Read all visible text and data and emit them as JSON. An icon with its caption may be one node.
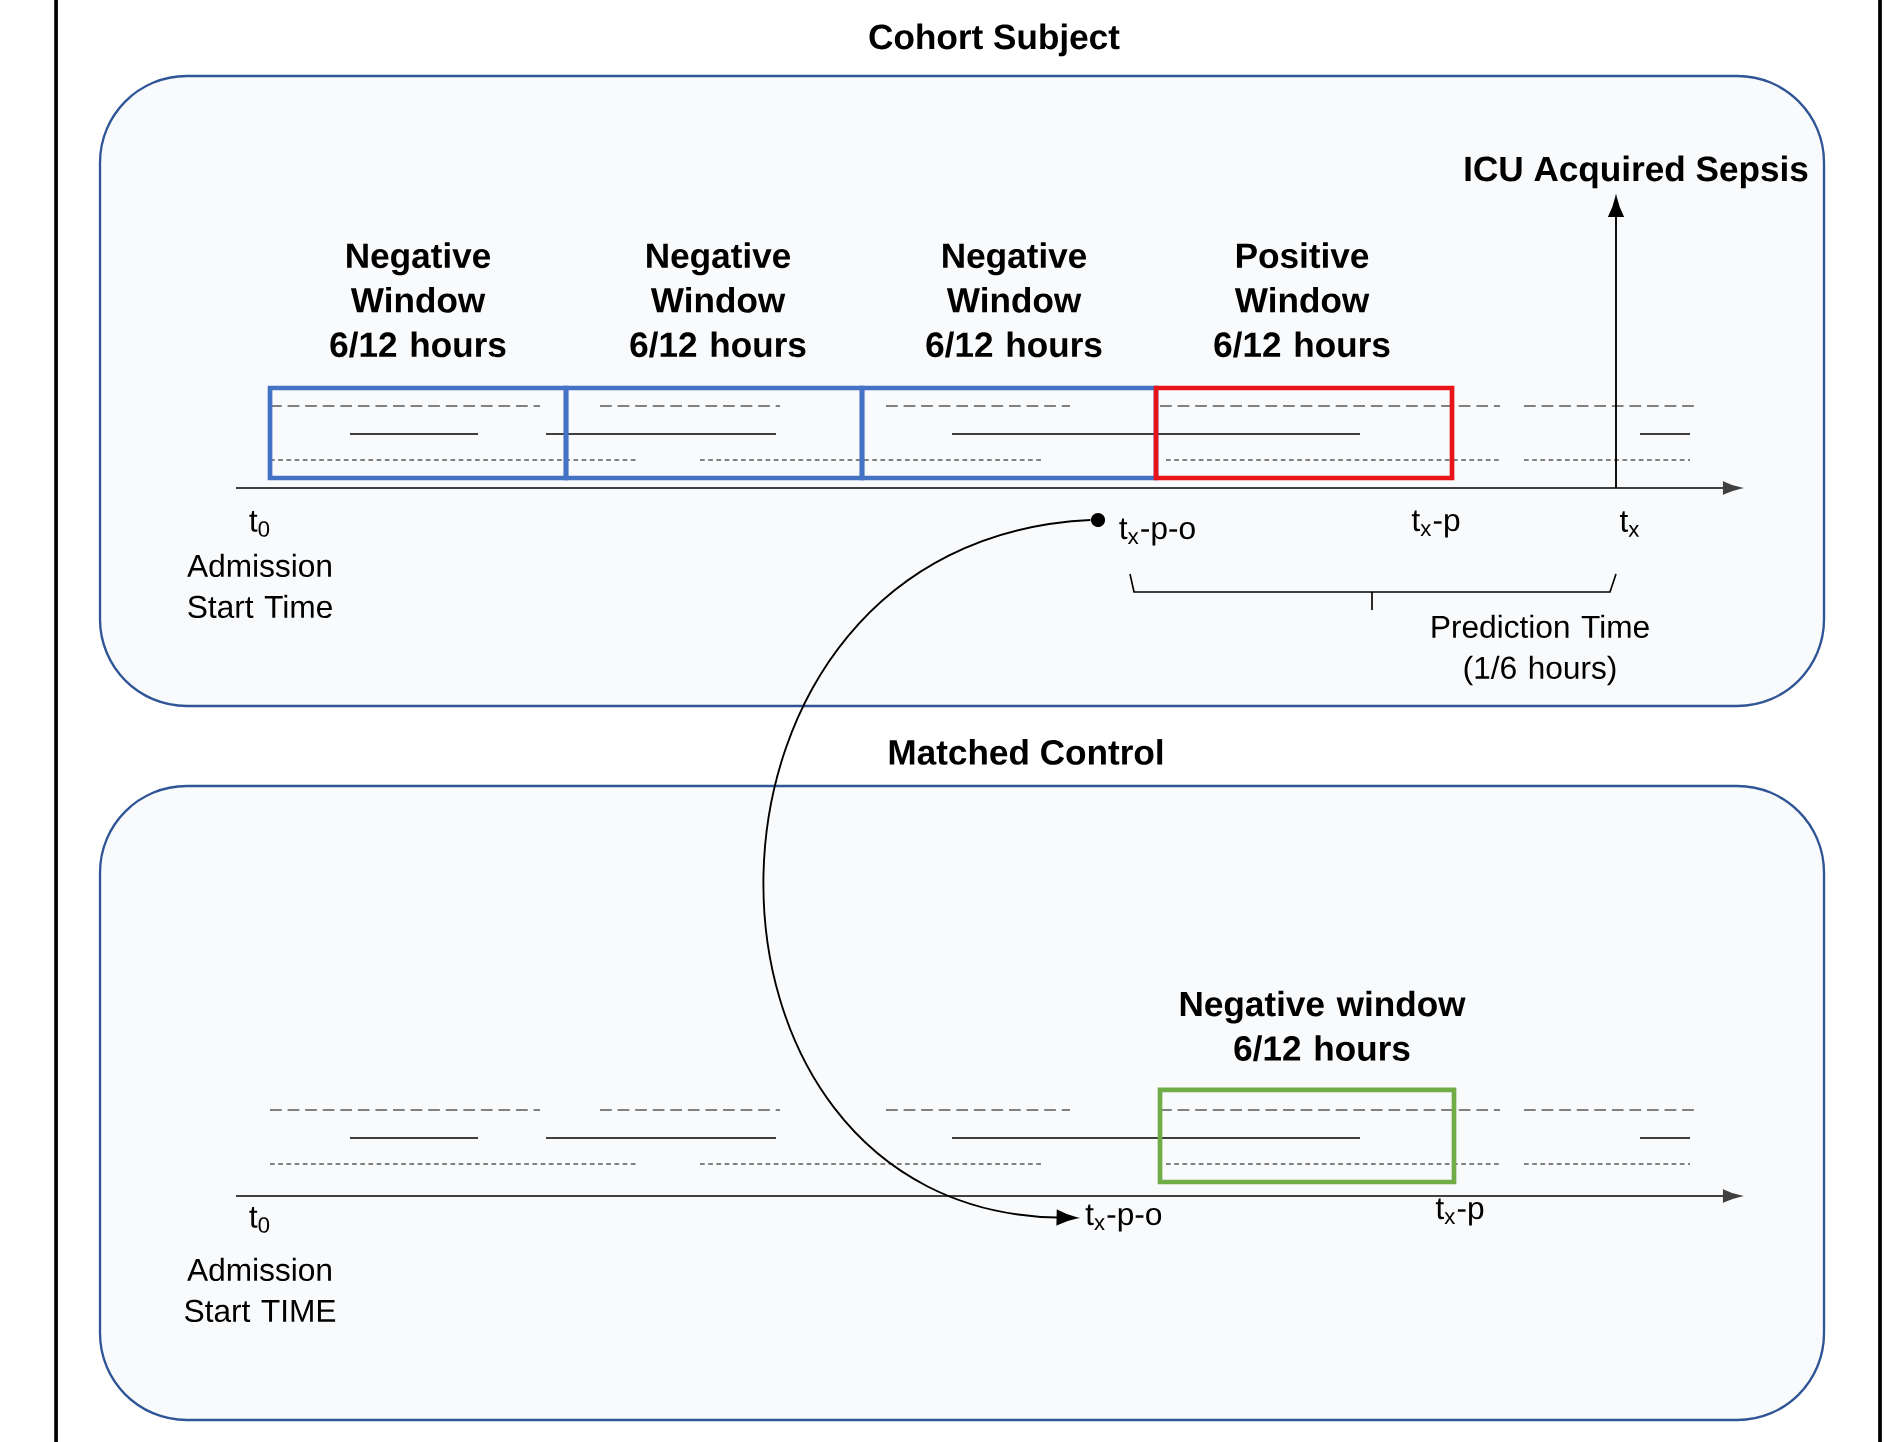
{
  "diagram": {
    "nodes": [
      {
        "text": [
          "Cohort Subject"
        ]
      },
      {
        "text": [
          "Negative Window 6/12 hours"
        ],
        "in": 0
      },
      {
        "text": [
          "Negative Window 6/12 hours"
        ],
        "in": 0
      },
      {
        "text": [
          "Negative Window 6/12 hours"
        ],
        "in": 0
      },
      {
        "text": [
          "Positive Window 6/12 hours"
        ],
        "in": 0
      },
      {
        "text": [
          "Matched Control"
        ]
      },
      {
        "text": [
          "Negative window 6/12 hours"
        ],
        "in": 5
      },
      {
        "text": [],
        "shape": "circle",
        "beside": [
          "t$_{x}$-p-o"
        ],
        "in": 0
      },
      {
        "text": [
          "t$_{x}$-p-o"
        ],
        "in": 5
      },
      {
        "text": [
          "ICU Acquired Sepsis"
        ],
        "in": 0
      }
    ],
    "edges": [
      {
        "from": 7,
        "to": 8,
        "arrow": "to"
      },
      {
        "from": null,
        "to": 9,
        "arrow": "to"
      }
    ],
    "labels": [
      "t$_{0}$",
      "Admission Start Time",
      "t$_{x}$-p",
      "t$_{x}$",
      "Prediction Time (1/6 hours)",
      "t$_{0}$",
      "Admission Start TIME",
      "t$_{x}$-p"
    ]
  }
}
